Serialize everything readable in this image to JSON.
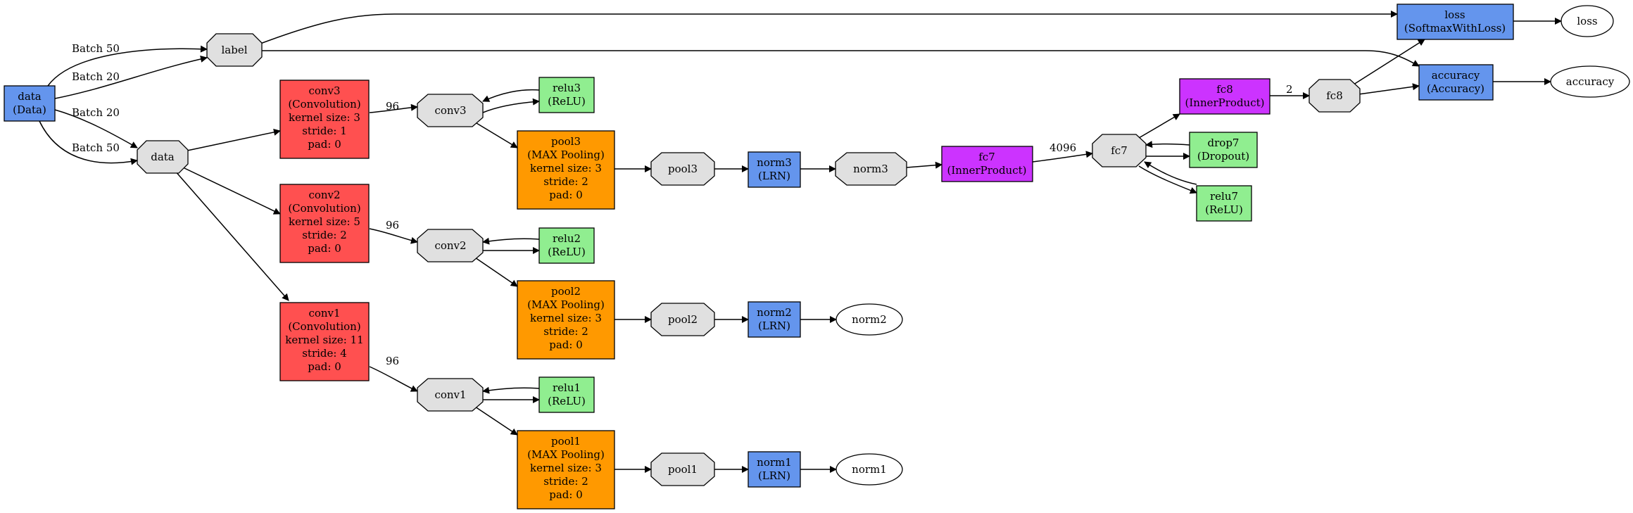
{
  "colors": {
    "data_layer": "#6495ed",
    "convolution": "#ff5050",
    "relu": "#90ee90",
    "pooling": "#ff9900",
    "lrn": "#6495ed",
    "inner_product": "#cc33ff",
    "dropout": "#90ee90",
    "loss": "#6495ed",
    "accuracy": "#6495ed",
    "blob": "#e0e0e0"
  },
  "layers": {
    "data": [
      "data",
      "(Data)"
    ],
    "conv1": [
      "conv1",
      "(Convolution)",
      "kernel size: 11",
      "stride: 4",
      "pad: 0"
    ],
    "conv2": [
      "conv2",
      "(Convolution)",
      "kernel size: 5",
      "stride: 2",
      "pad: 0"
    ],
    "conv3": [
      "conv3",
      "(Convolution)",
      "kernel size: 3",
      "stride: 1",
      "pad: 0"
    ],
    "relu1": [
      "relu1",
      "(ReLU)"
    ],
    "relu2": [
      "relu2",
      "(ReLU)"
    ],
    "relu3": [
      "relu3",
      "(ReLU)"
    ],
    "pool1": [
      "pool1",
      "(MAX Pooling)",
      "kernel size: 3",
      "stride: 2",
      "pad: 0"
    ],
    "pool2": [
      "pool2",
      "(MAX Pooling)",
      "kernel size: 3",
      "stride: 2",
      "pad: 0"
    ],
    "pool3": [
      "pool3",
      "(MAX Pooling)",
      "kernel size: 3",
      "stride: 2",
      "pad: 0"
    ],
    "norm1": [
      "norm1",
      "(LRN)"
    ],
    "norm2": [
      "norm2",
      "(LRN)"
    ],
    "norm3": [
      "norm3",
      "(LRN)"
    ],
    "fc7": [
      "fc7",
      "(InnerProduct)"
    ],
    "fc8": [
      "fc8",
      "(InnerProduct)"
    ],
    "drop7": [
      "drop7",
      "(Dropout)"
    ],
    "relu7": [
      "relu7",
      "(ReLU)"
    ],
    "loss": [
      "loss",
      "(SoftmaxWithLoss)"
    ],
    "accuracy": [
      "accuracy",
      "(Accuracy)"
    ]
  },
  "blobs": {
    "label": "label",
    "data": "data",
    "conv1": "conv1",
    "conv2": "conv2",
    "conv3": "conv3",
    "pool1": "pool1",
    "pool2": "pool2",
    "pool3": "pool3",
    "norm3": "norm3",
    "fc7": "fc7",
    "fc8": "fc8"
  },
  "outputs": {
    "norm1": "norm1",
    "norm2": "norm2",
    "loss": "loss",
    "accuracy": "accuracy"
  },
  "edge_labels": {
    "batch_label_top": "Batch 50",
    "batch_label_bottom": "Batch 20",
    "batch_data_top": "Batch 20",
    "batch_data_bottom": "Batch 50",
    "conv1_out": "96",
    "conv2_out": "96",
    "conv3_out": "96",
    "fc7_out": "4096",
    "fc8_out": "2"
  }
}
